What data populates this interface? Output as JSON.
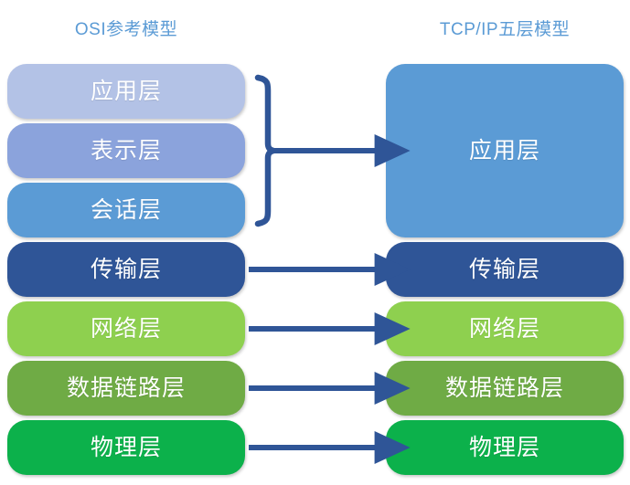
{
  "diagram": {
    "type": "layered-comparison-diagram",
    "background_color": "#ffffff",
    "title_color": "#5b9bd5",
    "connector_color": "#2f5597",
    "columns": [
      {
        "id": "osi",
        "title": "OSI参考模型",
        "layer_count": 7,
        "layers": [
          {
            "label": "应用层",
            "color": "#b3c2e6"
          },
          {
            "label": "表示层",
            "color": "#8ba3dc"
          },
          {
            "label": "会话层",
            "color": "#5b9bd5"
          },
          {
            "label": "传输层",
            "color": "#2f5597"
          },
          {
            "label": "网络层",
            "color": "#8ed04f"
          },
          {
            "label": "数据链路层",
            "color": "#6fab45"
          },
          {
            "label": "物理层",
            "color": "#0cb14b"
          }
        ]
      },
      {
        "id": "tcpip",
        "title": "TCP/IP五层模型",
        "layer_count": 5,
        "layers": [
          {
            "label": "应用层",
            "color": "#5b9bd5"
          },
          {
            "label": "传输层",
            "color": "#2f5597"
          },
          {
            "label": "网络层",
            "color": "#8ed04f"
          },
          {
            "label": "数据链路层",
            "color": "#6fab45"
          },
          {
            "label": "物理层",
            "color": "#0cb14b"
          }
        ]
      }
    ],
    "connectors": [
      {
        "id": "brace-app",
        "kind": "brace-arrow",
        "from": [
          "应用层",
          "表示层",
          "会话层"
        ],
        "to": "应用层"
      },
      {
        "id": "arrow-transport",
        "kind": "arrow",
        "from": "传输层",
        "to": "传输层"
      },
      {
        "id": "arrow-network",
        "kind": "arrow",
        "from": "网络层",
        "to": "网络层"
      },
      {
        "id": "arrow-datalink",
        "kind": "arrow",
        "from": "数据链路层",
        "to": "数据链路层"
      },
      {
        "id": "arrow-physical",
        "kind": "arrow",
        "from": "物理层",
        "to": "物理层"
      }
    ]
  }
}
